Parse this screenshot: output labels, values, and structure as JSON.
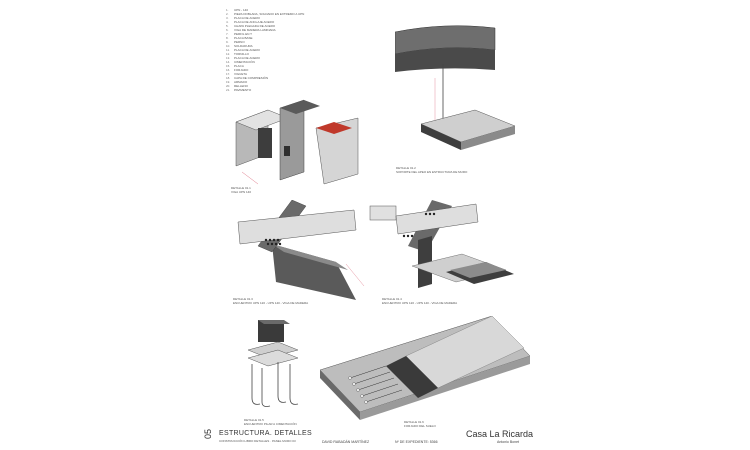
{
  "legend": [
    {
      "num": "1.",
      "text": "UPN - 140"
    },
    {
      "num": "2.",
      "text": "PIEZA DOBLADA, SOLDADO EN EXTREMO A UPN"
    },
    {
      "num": "3.",
      "text": "PLACA DE ACERO"
    },
    {
      "num": "4.",
      "text": "PLACA DE ANCLAJE ACERO"
    },
    {
      "num": "5.",
      "text": "CHAPA PLEGADA DE ACERO"
    },
    {
      "num": "6.",
      "text": "VIGA DE MADERA LAMINADA"
    },
    {
      "num": "7.",
      "text": "PERFIL EN T"
    },
    {
      "num": "8.",
      "text": "PLACA BASE"
    },
    {
      "num": "9.",
      "text": "PERNO"
    },
    {
      "num": "10.",
      "text": "SOLDADURA"
    },
    {
      "num": "11.",
      "text": "PLACA DE ACERO"
    },
    {
      "num": "12.",
      "text": "TORNILLO"
    },
    {
      "num": "13.",
      "text": "PLACA DE ACERO"
    },
    {
      "num": "14.",
      "text": "CIMENTACIÓN"
    },
    {
      "num": "15.",
      "text": "PLACA"
    },
    {
      "num": "16.",
      "text": "FORJADO"
    },
    {
      "num": "17.",
      "text": "VIGUETA"
    },
    {
      "num": "18.",
      "text": "CAPA DE COMPRESIÓN"
    },
    {
      "num": "19.",
      "text": "ARMADO"
    },
    {
      "num": "20.",
      "text": "RELLENO"
    },
    {
      "num": "21.",
      "text": "PAVIMENTO"
    }
  ],
  "captions": {
    "d1": "DETALLE 01.1",
    "d1_sub": "VIGA UPN 140",
    "d2": "DETALLE 01.2",
    "d2_sub": "SOPORTE DEL APEO EN ESTRUCTURA DE MURO",
    "d3": "DETALLE 01.3",
    "d3_sub": "ENCUENTRO UPN 120 - UPN 140 - VIGA DE MADERA",
    "d4": "DETALLE 01.4",
    "d4_sub": "ENCUENTRO UPN 120 - UPN 140 - VIGA DE MADERA",
    "d5": "DETALLE 01.5",
    "d5_sub": "ENCUENTRO PILAR A CIMENTACIÓN",
    "d6": "DETALLE 01.6",
    "d6_sub": "FORJADO DEL SUELO"
  },
  "footer": {
    "number": "05",
    "title": "ESTRUCTURA. DETALLES",
    "subtitle": "CONSTRUCCIÓN LIBRO DETALLES · PANEL MURO 03",
    "author": "DAVID RABADÁN MARTÍNEZ",
    "expediente": "Nº DE EXPEDIENTE: 5366",
    "project": "Casa La Ricarda",
    "architect": "Antonio Bonet"
  },
  "colors": {
    "dark_steel": "#4a4a4a",
    "mid_steel": "#8a8a8a",
    "light_steel": "#d2d2d2",
    "accent_red": "#c0392b",
    "pink_outline": "#e07a8a"
  }
}
